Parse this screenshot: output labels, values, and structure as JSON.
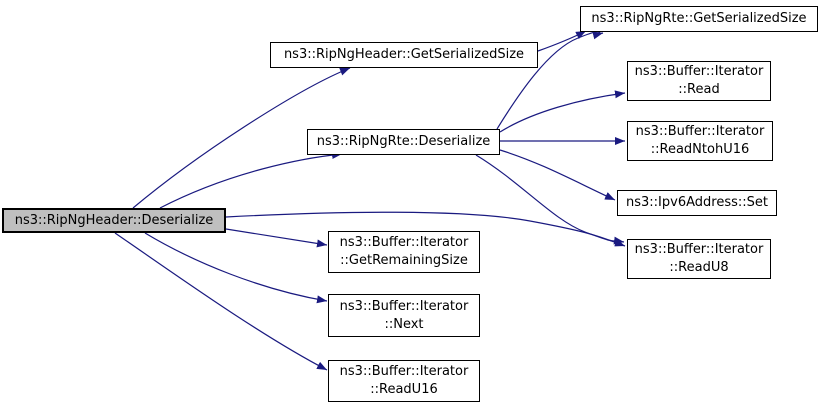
{
  "diagram": {
    "kind": "call-graph",
    "description": "Doxygen-style function call graph for ns3::RipNgHeader::Deserialize"
  },
  "colors": {
    "edge": "#1a1a80",
    "node_border": "#000000",
    "node_fill": "#ffffff",
    "highlight_fill": "#bfbfbf",
    "text": "#000000",
    "background": "#ffffff"
  },
  "nodes": [
    {
      "id": "ripngheader-deserialize",
      "lines": [
        "ns3::RipNgHeader::Deserialize"
      ],
      "highlighted": true
    },
    {
      "id": "ripngheader-getserializedsize",
      "lines": [
        "ns3::RipNgHeader::GetSerializedSize"
      ]
    },
    {
      "id": "ripngrte-deserialize",
      "lines": [
        "ns3::RipNgRte::Deserialize"
      ]
    },
    {
      "id": "ripngrte-getserializedsize",
      "lines": [
        "ns3::RipNgRte::GetSerializedSize"
      ]
    },
    {
      "id": "buffer-iterator-read",
      "lines": [
        "ns3::Buffer::Iterator",
        "::Read"
      ]
    },
    {
      "id": "buffer-iterator-readntohu16",
      "lines": [
        "ns3::Buffer::Iterator",
        "::ReadNtohU16"
      ]
    },
    {
      "id": "ipv6address-set",
      "lines": [
        "ns3::Ipv6Address::Set"
      ]
    },
    {
      "id": "buffer-iterator-readu8",
      "lines": [
        "ns3::Buffer::Iterator",
        "::ReadU8"
      ]
    },
    {
      "id": "buffer-iterator-getremainingsize",
      "lines": [
        "ns3::Buffer::Iterator",
        "::GetRemainingSize"
      ]
    },
    {
      "id": "buffer-iterator-next",
      "lines": [
        "ns3::Buffer::Iterator",
        "::Next"
      ]
    },
    {
      "id": "buffer-iterator-readu16",
      "lines": [
        "ns3::Buffer::Iterator",
        "::ReadU16"
      ]
    }
  ],
  "edges": [
    {
      "from": "ripngheader-deserialize",
      "to": "ripngheader-getserializedsize"
    },
    {
      "from": "ripngheader-deserialize",
      "to": "ripngrte-deserialize"
    },
    {
      "from": "ripngheader-deserialize",
      "to": "buffer-iterator-getremainingsize"
    },
    {
      "from": "ripngheader-deserialize",
      "to": "buffer-iterator-next"
    },
    {
      "from": "ripngheader-deserialize",
      "to": "buffer-iterator-readu16"
    },
    {
      "from": "ripngheader-deserialize",
      "to": "buffer-iterator-readu8"
    },
    {
      "from": "ripngheader-getserializedsize",
      "to": "ripngrte-getserializedsize"
    },
    {
      "from": "ripngrte-deserialize",
      "to": "ripngrte-getserializedsize"
    },
    {
      "from": "ripngrte-deserialize",
      "to": "buffer-iterator-read"
    },
    {
      "from": "ripngrte-deserialize",
      "to": "buffer-iterator-readntohu16"
    },
    {
      "from": "ripngrte-deserialize",
      "to": "ipv6address-set"
    },
    {
      "from": "ripngrte-deserialize",
      "to": "buffer-iterator-readu8"
    }
  ]
}
